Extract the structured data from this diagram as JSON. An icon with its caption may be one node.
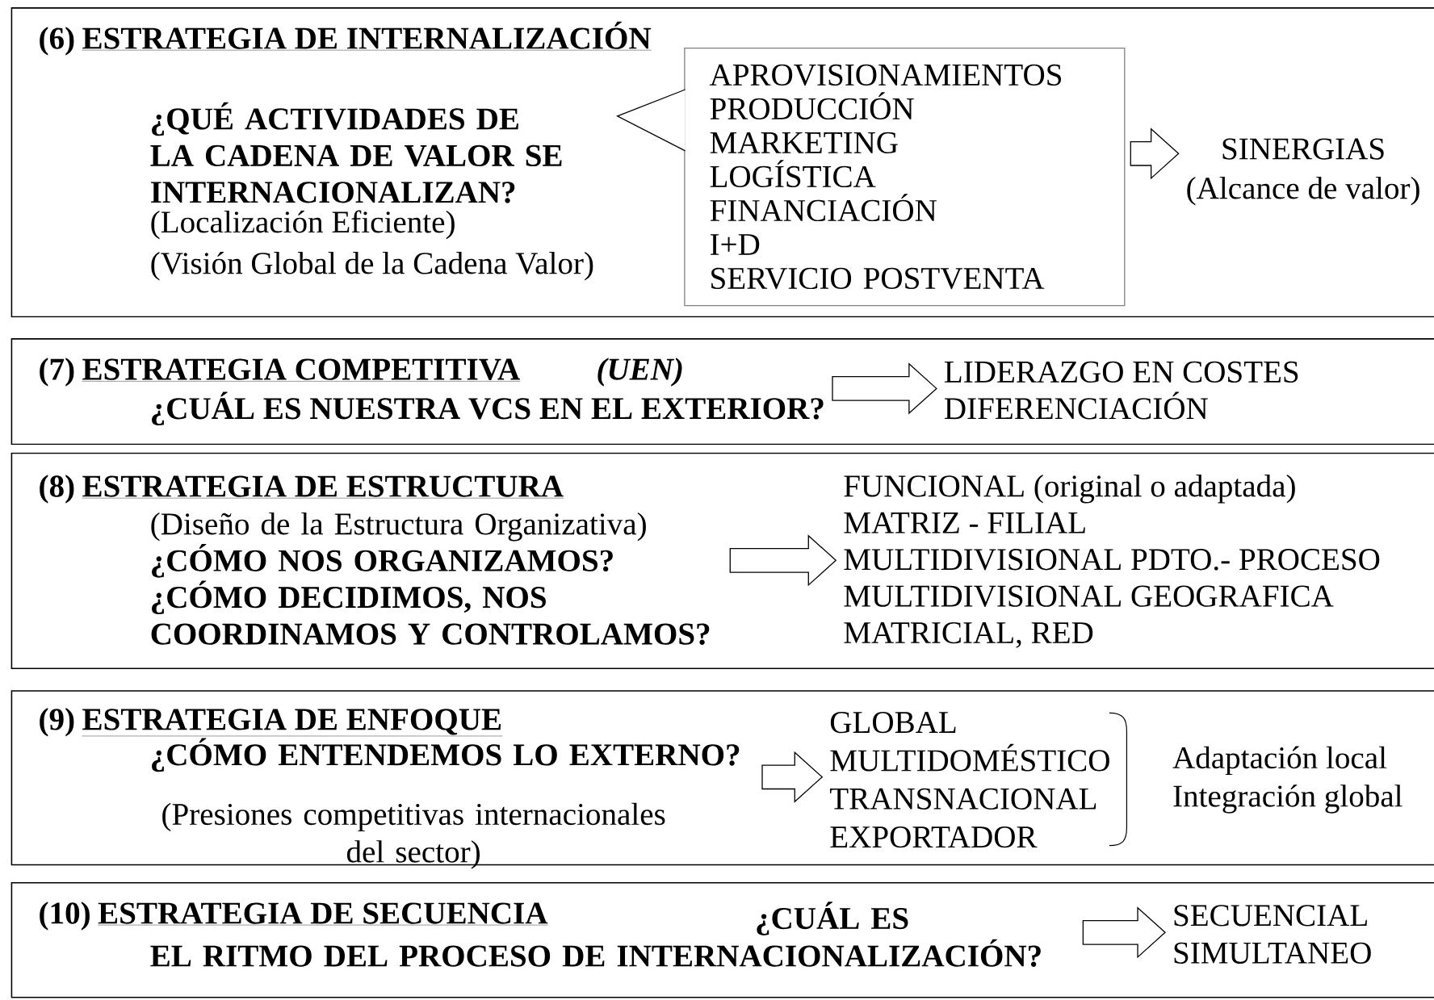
{
  "diagram": {
    "nodes": [
      {
        "text": [
          "(6)",
          "ESTRATEGIA DE INTERNALIZACIÓN"
        ]
      },
      {
        "text": [
          "¿QUÉ ACTIVIDADES DE LA CADENA DE VALOR SE INTERNACIONALIZAN?"
        ],
        "in": 0,
        "beside": [
          "(Localización Eficiente)",
          "(Visión Global de la Cadena Valor)"
        ]
      },
      {
        "text": [
          "APROVISIONAMIENTOS",
          "PRODUCCIÓN",
          "MARKETING",
          "LOGÍSTICA",
          "FINANCIACIÓN",
          "I+D",
          "SERVICIO POSTVENTA"
        ],
        "in": 0
      },
      {
        "text": [
          "SINERGIAS",
          "(Alcance de valor)"
        ],
        "in": 0
      },
      {
        "text": [
          "(7)",
          "ESTRATEGIA COMPETITIVA",
          "(UEN)"
        ]
      },
      {
        "text": [
          "¿CUÁL ES NUESTRA VCS EN EL EXTERIOR?"
        ],
        "in": 4
      },
      {
        "text": [
          "LIDERAZGO EN COSTES",
          "DIFERENCIACIÓN"
        ],
        "in": 4
      },
      {
        "text": [
          "(8)",
          "ESTRATEGIA DE ESTRUCTURA"
        ]
      },
      {
        "text": [
          "(Diseño de la Estructura Organizativa)",
          "¿CÓMO NOS ORGANIZAMOS?",
          "¿CÓMO DECIDIMOS, NOS COORDINAMOS Y CONTROLAMOS?"
        ],
        "in": 7
      },
      {
        "text": [
          "FUNCIONAL (original o adaptada)",
          "MATRIZ - FILIAL",
          "MULTIDIVISIONAL PDTO.- PROCESO",
          "MULTIDIVISIONAL GEOGRAFICA",
          "MATRICIAL, RED"
        ],
        "in": 7
      },
      {
        "text": [
          "(9)",
          "ESTRATEGIA DE ENFOQUE"
        ]
      },
      {
        "text": [
          "¿CÓMO ENTENDEMOS LO EXTERNO?",
          "(Presiones competitivas internacionales del sector)"
        ],
        "in": 10
      },
      {
        "text": [
          "GLOBAL",
          "MULTIDOMÉSTICO",
          "TRANSNACIONAL",
          "EXPORTADOR"
        ],
        "in": 10
      },
      {
        "text": [
          "(10)",
          "ESTRATEGIA DE SECUENCIA"
        ]
      },
      {
        "text": [
          "¿CUÁL ES EL RITMO DEL PROCESO DE INTERNACIONALIZACIÓN?"
        ],
        "in": 13
      },
      {
        "text": [
          "SECUENCIAL",
          "SIMULTANEO"
        ],
        "in": 13
      }
    ],
    "edges": [
      {
        "from": 2,
        "to": 1,
        "arrow": "to"
      },
      {
        "from": 2,
        "to": 3,
        "arrow": "to"
      },
      {
        "from": 5,
        "to": 6,
        "arrow": "to"
      },
      {
        "from": 8,
        "to": 9,
        "arrow": "to"
      },
      {
        "from": 11,
        "to": 12,
        "arrow": "to"
      },
      {
        "from": 14,
        "to": 15,
        "arrow": "to"
      }
    ],
    "labels": [
      "Adaptación local",
      "Integración global"
    ]
  }
}
